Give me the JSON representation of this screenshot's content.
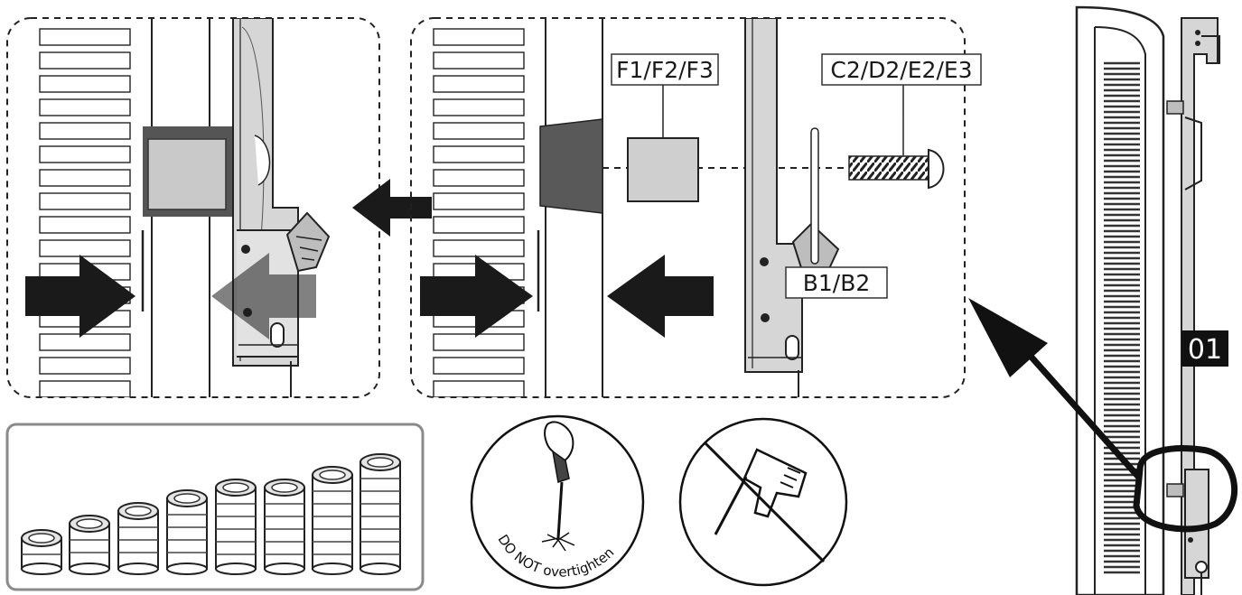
{
  "labels": {
    "spacer_part": "F1/F2/F3",
    "screw_part": "C2/D2/E2/E3",
    "washer_part": "B1/B2",
    "step_number": "01"
  },
  "warning": {
    "text": "DO NOT overtighten"
  },
  "colors": {
    "ink": "#1a1a1a",
    "panel_gray": "#d6d6d6",
    "dark_block": "#595959",
    "light_block": "#c8c8c8",
    "frame_border": "#8a8a8a"
  },
  "icons": {
    "arrow": "arrow-icon",
    "screwdriver": "screwdriver-icon",
    "power_drill": "power-drill-icon",
    "prohibited": "prohibited-icon"
  }
}
